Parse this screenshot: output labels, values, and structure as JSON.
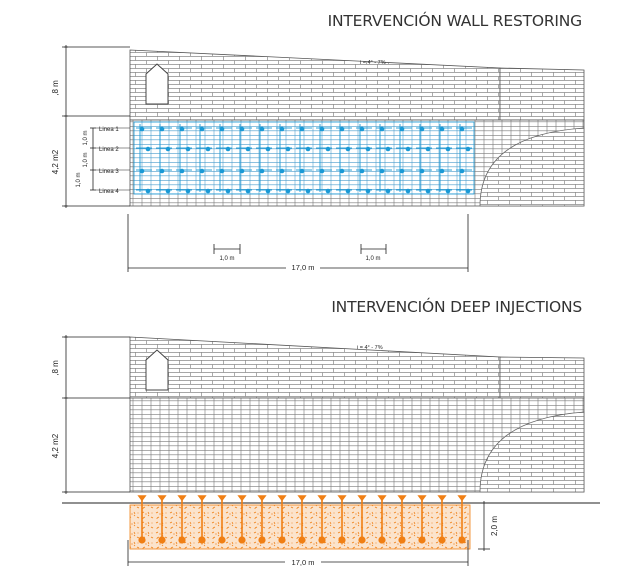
{
  "top_panel": {
    "title": "INTERVENCIÓN WALL RESTORING",
    "slope_label": "i = 4° - 7%",
    "dim_upper": ",8 m",
    "dim_lower": "4,2 m2",
    "dim_row_spacing_a": "1,0 m",
    "dim_row_spacing_b": "1,0 m",
    "dim_row_spacing_c": "1,0 m",
    "lines": [
      "Linea 1",
      "Linea 2",
      "Linea 3",
      "Linea 4"
    ],
    "spacing_label_left": "1,0 m",
    "spacing_label_right": "1,0 m",
    "total_length": "17,0 m",
    "accent_color": "#1a9ad6"
  },
  "bottom_panel": {
    "title": "INTERVENCIÓN DEEP INJECTIONS",
    "slope_label": "i = 4° - 7%",
    "dim_upper": ",8 m",
    "dim_lower": "4,2 m2",
    "injection_depth": "2,0 m",
    "total_length": "17,0 m",
    "accent_color": "#f07f14"
  }
}
